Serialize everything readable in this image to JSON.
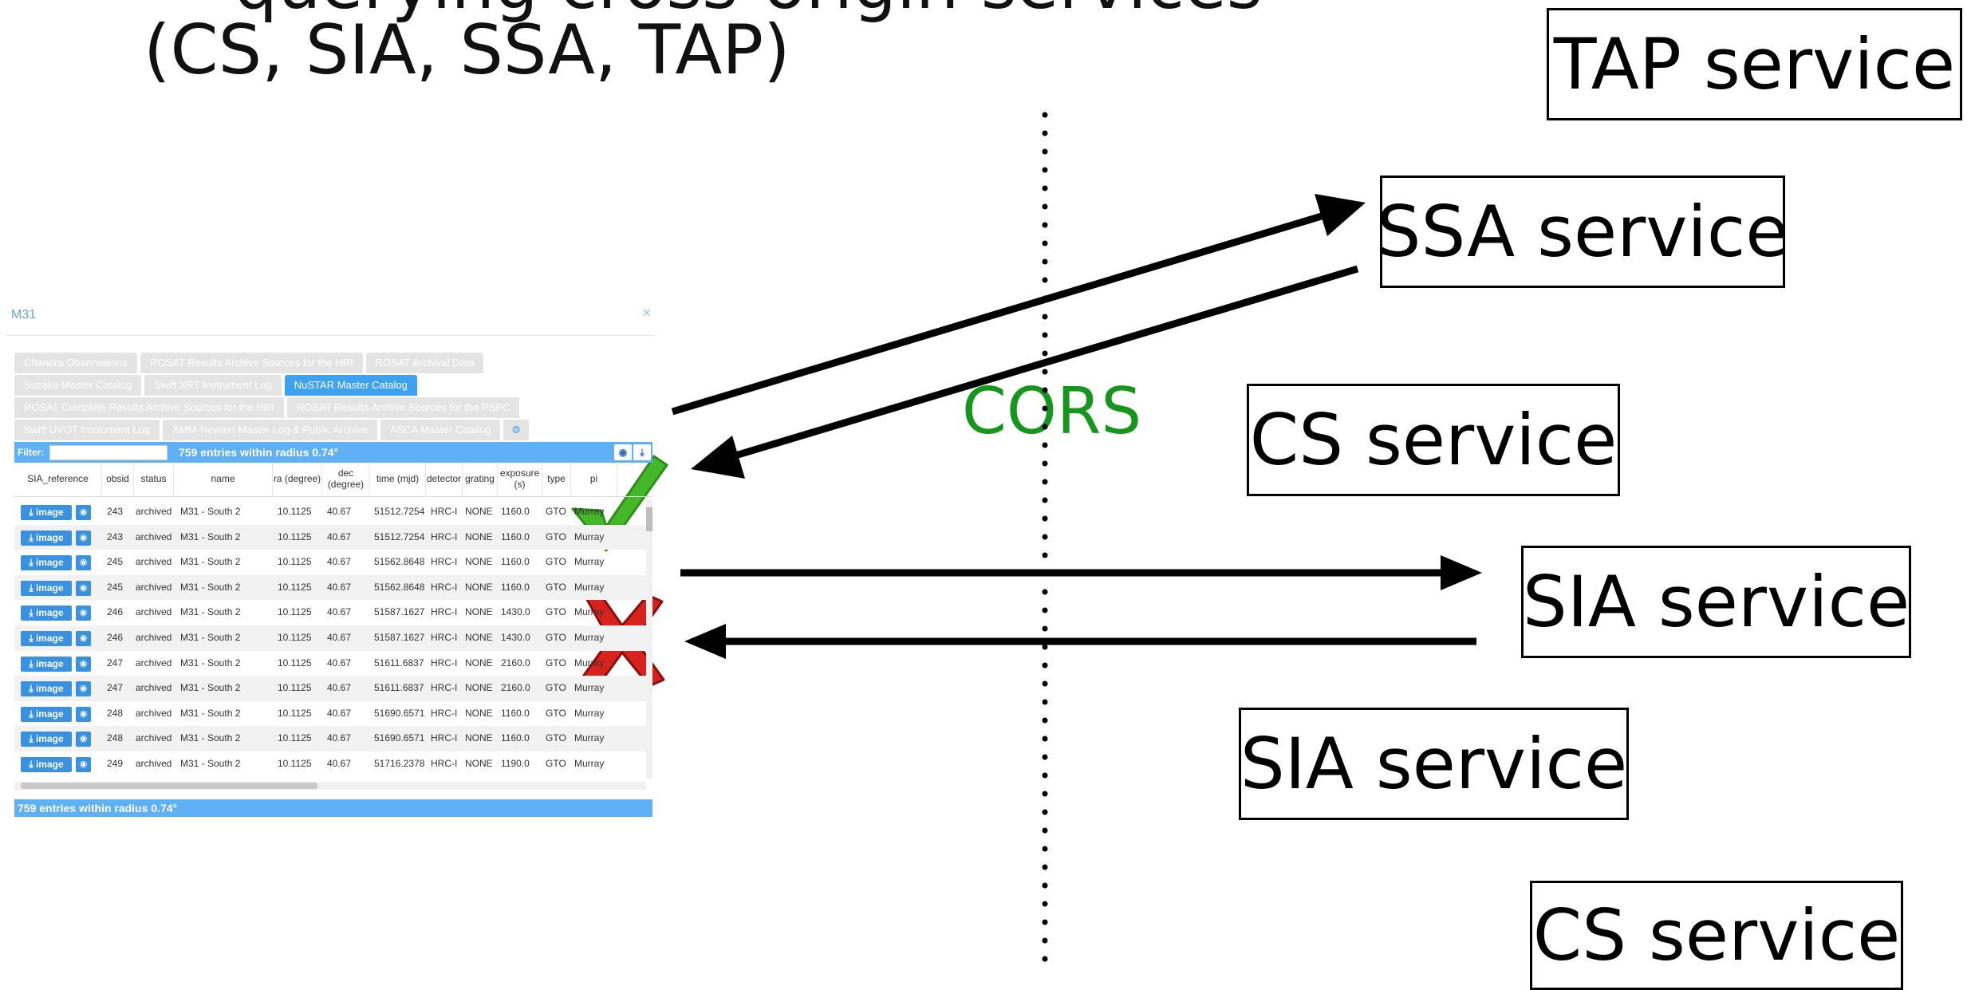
{
  "slide": {
    "heading_top": "— querying cross-origin services",
    "heading": "(CS, SIA, SSA, TAP)",
    "cors_label": "CORS",
    "services": {
      "tap": "TAP service",
      "ssa": "SSA service",
      "cs_mid": "CS service",
      "sia_mid": "SIA service",
      "sia_low": "SIA service",
      "cs_low": "CS service"
    },
    "colors": {
      "cors": "#16961c",
      "tab_active": "#3ea2f0",
      "bar": "#5fb0f5",
      "button": "#3a91e0"
    },
    "icons": {
      "success": "green-check-icon",
      "failure": "red-cross-icon"
    }
  },
  "widget": {
    "title": "M31",
    "close": "×",
    "tabs_row1": [
      "Chandra Observations",
      "ROSAT Results Archive Sources for the HRI",
      "ROSAT Archival Data"
    ],
    "tabs_row2": [
      "Suzaku Master Catalog",
      "Swift XRT Instrument Log",
      "NuSTAR Master Catalog"
    ],
    "tabs_row3": [
      "ROSAT Complete Results Archive Sources for the HRI",
      "ROSAT Results Archive Sources for the PSPC"
    ],
    "tabs_row4": [
      "Swift UVOT Instrument Log",
      "XMM-Newton Master Log & Public Archive",
      "ASCA Master Catalog"
    ],
    "active_tab": "NuSTAR Master Catalog",
    "filter_label": "Filter:",
    "filter_value": "",
    "entry_count": "759 entries within radius 0.74°",
    "footer": "759 entries within radius 0.74°",
    "columns": [
      "SIA_reference",
      "obsid",
      "status",
      "name",
      "ra (degree)",
      "dec (degree)",
      "time (mjd)",
      "detector",
      "grating",
      "exposure (s)",
      "type",
      "pi"
    ],
    "image_button": "image",
    "rows": [
      {
        "obsid": "243",
        "status": "archived",
        "name": "M31 - South 2",
        "ra": "10.1125",
        "dec": "40.67",
        "time": "51512.7254",
        "detector": "HRC-I",
        "grating": "NONE",
        "exposure": "1160.0",
        "type": "GTO",
        "pi": "Murray"
      },
      {
        "obsid": "243",
        "status": "archived",
        "name": "M31 - South 2",
        "ra": "10.1125",
        "dec": "40.67",
        "time": "51512.7254",
        "detector": "HRC-I",
        "grating": "NONE",
        "exposure": "1160.0",
        "type": "GTO",
        "pi": "Murray"
      },
      {
        "obsid": "245",
        "status": "archived",
        "name": "M31 - South 2",
        "ra": "10.1125",
        "dec": "40.67",
        "time": "51562.8648",
        "detector": "HRC-I",
        "grating": "NONE",
        "exposure": "1160.0",
        "type": "GTO",
        "pi": "Murray"
      },
      {
        "obsid": "245",
        "status": "archived",
        "name": "M31 - South 2",
        "ra": "10.1125",
        "dec": "40.67",
        "time": "51562.8648",
        "detector": "HRC-I",
        "grating": "NONE",
        "exposure": "1160.0",
        "type": "GTO",
        "pi": "Murray"
      },
      {
        "obsid": "246",
        "status": "archived",
        "name": "M31 - South 2",
        "ra": "10.1125",
        "dec": "40.67",
        "time": "51587.1627",
        "detector": "HRC-I",
        "grating": "NONE",
        "exposure": "1430.0",
        "type": "GTO",
        "pi": "Murray"
      },
      {
        "obsid": "246",
        "status": "archived",
        "name": "M31 - South 2",
        "ra": "10.1125",
        "dec": "40.67",
        "time": "51587.1627",
        "detector": "HRC-I",
        "grating": "NONE",
        "exposure": "1430.0",
        "type": "GTO",
        "pi": "Murray"
      },
      {
        "obsid": "247",
        "status": "archived",
        "name": "M31 - South 2",
        "ra": "10.1125",
        "dec": "40.67",
        "time": "51611.6837",
        "detector": "HRC-I",
        "grating": "NONE",
        "exposure": "2160.0",
        "type": "GTO",
        "pi": "Murray"
      },
      {
        "obsid": "247",
        "status": "archived",
        "name": "M31 - South 2",
        "ra": "10.1125",
        "dec": "40.67",
        "time": "51611.6837",
        "detector": "HRC-I",
        "grating": "NONE",
        "exposure": "2160.0",
        "type": "GTO",
        "pi": "Murray"
      },
      {
        "obsid": "248",
        "status": "archived",
        "name": "M31 - South 2",
        "ra": "10.1125",
        "dec": "40.67",
        "time": "51690.6571",
        "detector": "HRC-I",
        "grating": "NONE",
        "exposure": "1160.0",
        "type": "GTO",
        "pi": "Murray"
      },
      {
        "obsid": "248",
        "status": "archived",
        "name": "M31 - South 2",
        "ra": "10.1125",
        "dec": "40.67",
        "time": "51690.6571",
        "detector": "HRC-I",
        "grating": "NONE",
        "exposure": "1160.0",
        "type": "GTO",
        "pi": "Murray"
      },
      {
        "obsid": "249",
        "status": "archived",
        "name": "M31 - South 2",
        "ra": "10.1125",
        "dec": "40.67",
        "time": "51716.2378",
        "detector": "HRC-I",
        "grating": "NONE",
        "exposure": "1190.0",
        "type": "GTO",
        "pi": "Murray"
      }
    ]
  }
}
